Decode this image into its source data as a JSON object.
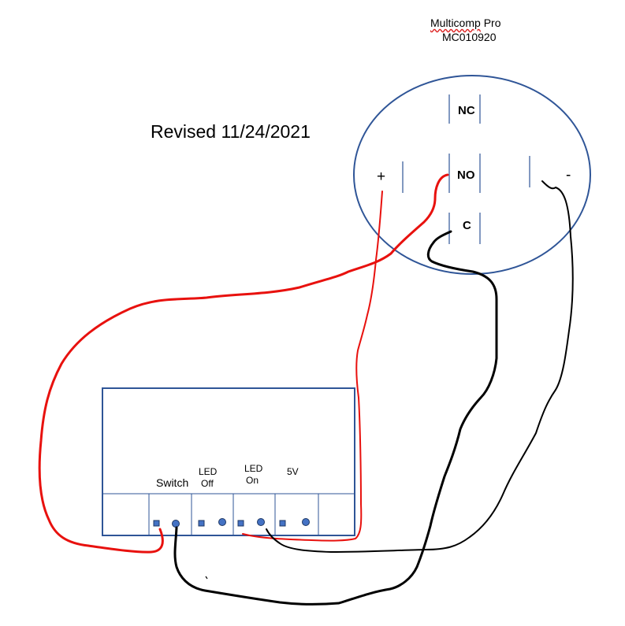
{
  "header": {
    "brand": "Multicomp",
    "model_suffix": "Pro",
    "model_number": "MC010920",
    "revised": "Revised 11/24/2021"
  },
  "switch": {
    "terminals": {
      "nc": "NC",
      "no": "NO",
      "c": "C"
    },
    "plus": "+",
    "minus": "-"
  },
  "board": {
    "labels": {
      "switch": "Switch",
      "led_off_1": "LED",
      "led_off_2": "Off",
      "led_on_1": "LED",
      "led_on_2": "On",
      "v5": "5V"
    }
  },
  "colors": {
    "outline": "#2f5597",
    "red_wire": "#e8110e",
    "black_wire": "#000000",
    "pin_fill": "#4472c4"
  }
}
